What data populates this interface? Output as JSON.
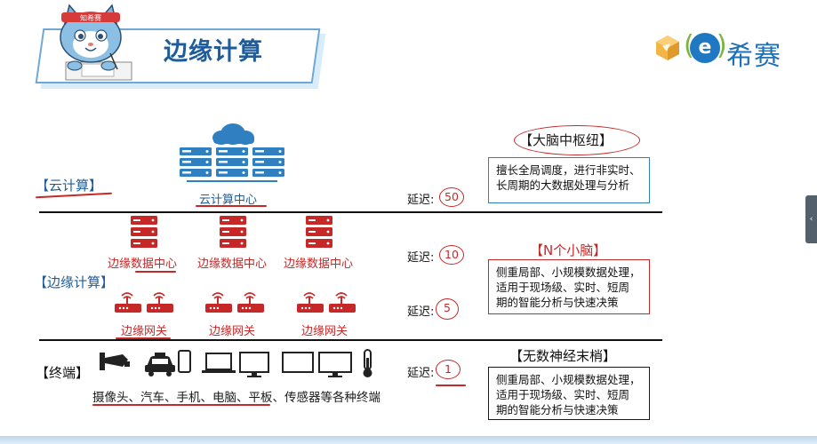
{
  "header": {
    "title": "边缘计算",
    "cat_badge": "知希赛",
    "logo_mark": "e",
    "logo_text": "希赛"
  },
  "tiers": {
    "cloud": {
      "label": "【云计算】",
      "center_label": "云计算中心",
      "latency_label": "延迟:",
      "latency_value": "50"
    },
    "edge": {
      "label": "【边缘计算】",
      "data_center_labels": [
        "边缘数据中心",
        "边缘数据中心",
        "边缘数据中心"
      ],
      "gateway_labels": [
        "边缘网关",
        "边缘网关",
        "边缘网关"
      ],
      "latency_label_1": "延迟:",
      "latency_value_1": "10",
      "latency_label_2": "延迟:",
      "latency_value_2": "5"
    },
    "terminal": {
      "label": "【终端】",
      "devices_caption": "摄像头、汽车、手机、电脑、平板、传感器等各种终端",
      "latency_label": "延迟:",
      "latency_value": "1"
    }
  },
  "roles": {
    "cloud": {
      "title": "【大脑中枢纽】",
      "desc_line1": "擅长全局调度，进行非实时、",
      "desc_line2": "长周期的大数据处理与分析"
    },
    "edge": {
      "title": "【N个小脑】",
      "desc_line1": "侧重局部、小规模数据处理，",
      "desc_line2": "适用于现场级、实时、短周",
      "desc_line3": "期的智能分析与快速决策"
    },
    "terminal": {
      "title": "【无数神经末梢】",
      "desc_line1": "侧重局部、小规模数据处理，",
      "desc_line2": "适用于现场级、实时、短周",
      "desc_line3": "期的智能分析与快速决策"
    }
  },
  "colors": {
    "blue": "#2f7fc1",
    "red": "#c62828",
    "title_blue": "#1f5c99"
  },
  "icons": [
    "cloud-icon",
    "server-icon",
    "router-icon",
    "camera-icon",
    "car-icon",
    "phone-icon",
    "laptop-icon",
    "monitor-icon",
    "tablet-icon",
    "thermometer-icon"
  ]
}
